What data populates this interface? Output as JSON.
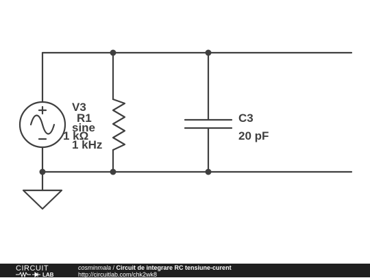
{
  "components": {
    "source": {
      "name": "V3",
      "type": "sine",
      "frequency": "1 kHz"
    },
    "resistor": {
      "name": "R1",
      "value": "1 kΩ"
    },
    "capacitor": {
      "name": "C3",
      "value": "20 pF"
    }
  },
  "footer": {
    "logo_top": "CIRCUIT",
    "logo_bottom": "LAB",
    "author": "cosminmala",
    "separator": " / ",
    "title": "Circuit de integrare RC tensiune-curent",
    "url": "http://circuitlab.com/chk2wk8"
  },
  "colors": {
    "ink": "#3f3f3f",
    "footer_bg": "#1f1f1f",
    "footer_text": "#ffffff"
  }
}
